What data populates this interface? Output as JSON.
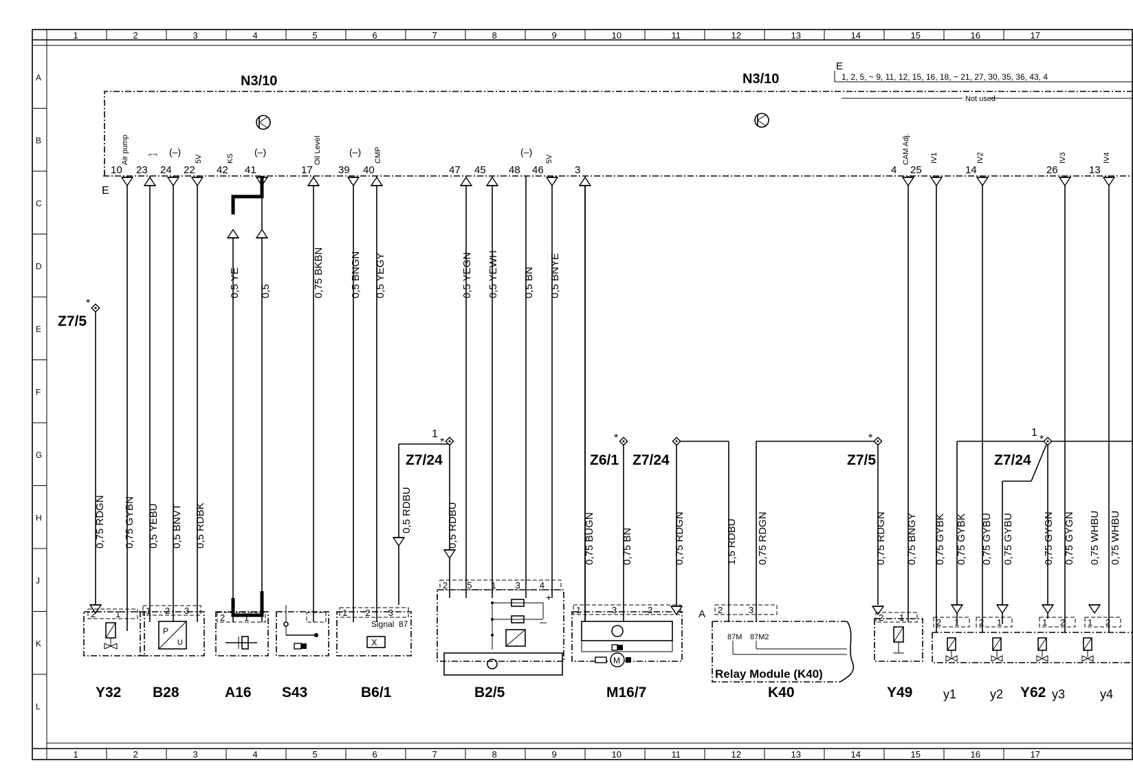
{
  "title_block": {
    "columns": [
      "1",
      "2",
      "3",
      "4",
      "5",
      "6",
      "7",
      "8",
      "9",
      "10",
      "11",
      "12",
      "13",
      "14",
      "15",
      "16",
      "17"
    ],
    "rows": [
      "A",
      "B",
      "C",
      "D",
      "E",
      "F",
      "G",
      "H",
      "J",
      "K",
      "L"
    ]
  },
  "control_unit": {
    "label_left": "N3/10",
    "label_right": "N3/10",
    "connector_letter": "E",
    "connector_letter_2": "E",
    "not_used_pins": "1, 2, 5, ~ 9, 11, 12, 15, 16, 18, ~ 21, 27, 30, 35, 36, 43, 4",
    "not_used_label": "Not used"
  },
  "pins": {
    "air_pump": {
      "num": "10",
      "tag": "Air pump"
    },
    "p23": {
      "num": "23",
      "tag": "⌐¬"
    },
    "p24": {
      "num": "24",
      "tag": "(–)"
    },
    "p22": {
      "num": "22",
      "tag": "5V"
    },
    "p42": {
      "num": "42",
      "tag": "KS"
    },
    "p41": {
      "num": "41",
      "tag": "(–)"
    },
    "p17": {
      "num": "17",
      "tag": "Oil Level"
    },
    "p39": {
      "num": "39",
      "tag": "(–)"
    },
    "p40": {
      "num": "40",
      "tag": "CMP"
    },
    "p47": {
      "num": "47"
    },
    "p45": {
      "num": "45"
    },
    "p48": {
      "num": "48",
      "tag": "(–)"
    },
    "p46": {
      "num": "46",
      "tag": "5V"
    },
    "p3": {
      "num": "3"
    },
    "p4": {
      "num": "4",
      "tag": "CAM Adj."
    },
    "p25": {
      "num": "25",
      "tag": "IV1"
    },
    "p14": {
      "num": "14",
      "tag": "IV2"
    },
    "p26": {
      "num": "26",
      "tag": "IV3"
    },
    "p13": {
      "num": "13",
      "tag": "IV4"
    }
  },
  "wires": {
    "w_rdgn_y32": "0,75  RDGN",
    "w_gybn_y32": "0,75  GYBN",
    "w_yebu": "0,5  YEBU",
    "w_bnvt": "0,5  BNVT",
    "w_rdbk": "0,5  RDBK",
    "w_ye": "0,5  YE",
    "w_05": "0,5",
    "w_bkbn": "0,75  BKBN",
    "w_bngn": "0,5  BNGN",
    "w_yegy": "0,5  YEGY",
    "w_rdbu_b61": "0,5  RDBU",
    "w_rdbu_b25": "0,5  RDBU",
    "w_yegn": "0,5  YEGN",
    "w_yewh": "0,5  YEWH",
    "w_bn_b25": "0,5  BN",
    "w_bnye": "0,5  BNYE",
    "w_bugn": "0,75  BUGN",
    "w_bn_m16": "0,75  BN",
    "w_rdgn_m16": "0,75  RDGN",
    "w_rdbu_k40": "1,5  RDBU",
    "w_rdgn_k40": "0,75  RDGN",
    "w_rdgn_y49": "0,75  RDGN",
    "w_bngy": "0,75  BNGY",
    "w_gybk_1": "0,75  GYBK",
    "w_gybk_2": "0,75  GYBK",
    "w_gybu_1": "0,75  GYBU",
    "w_gybu_2": "0,75  GYBU",
    "w_gygn_1": "0,75  GYGN",
    "w_gygn_2": "0,75  GYGN",
    "w_whbu_1": "0,75  WHBU",
    "w_whbu_2": "0,75  WHBU"
  },
  "splices": {
    "z7_5_left": "Z7/5",
    "z7_24_left": "Z7/24",
    "z6_1": "Z6/1",
    "z7_24_mid": "Z7/24",
    "z7_5_right": "Z7/5",
    "z7_24_right": "Z7/24",
    "star": "*",
    "one": "1"
  },
  "components": {
    "y32": "Y32",
    "b28": "B28",
    "a16": "A16",
    "s43": "S43",
    "b6_1": "B6/1",
    "b2_5": "B2/5",
    "m16_7": "M16/7",
    "k40": "K40",
    "y49": "Y49",
    "y1": "y1",
    "y2": "y2",
    "y62": "Y62",
    "y3": "y3",
    "y4": "y4",
    "relay_module": "Relay Module (K40)",
    "relay_87m": "87M",
    "relay_87m2": "87M2",
    "relay_connector": "A",
    "b6_signal": "Signal",
    "b6_87": "87",
    "b6_x": "X"
  }
}
